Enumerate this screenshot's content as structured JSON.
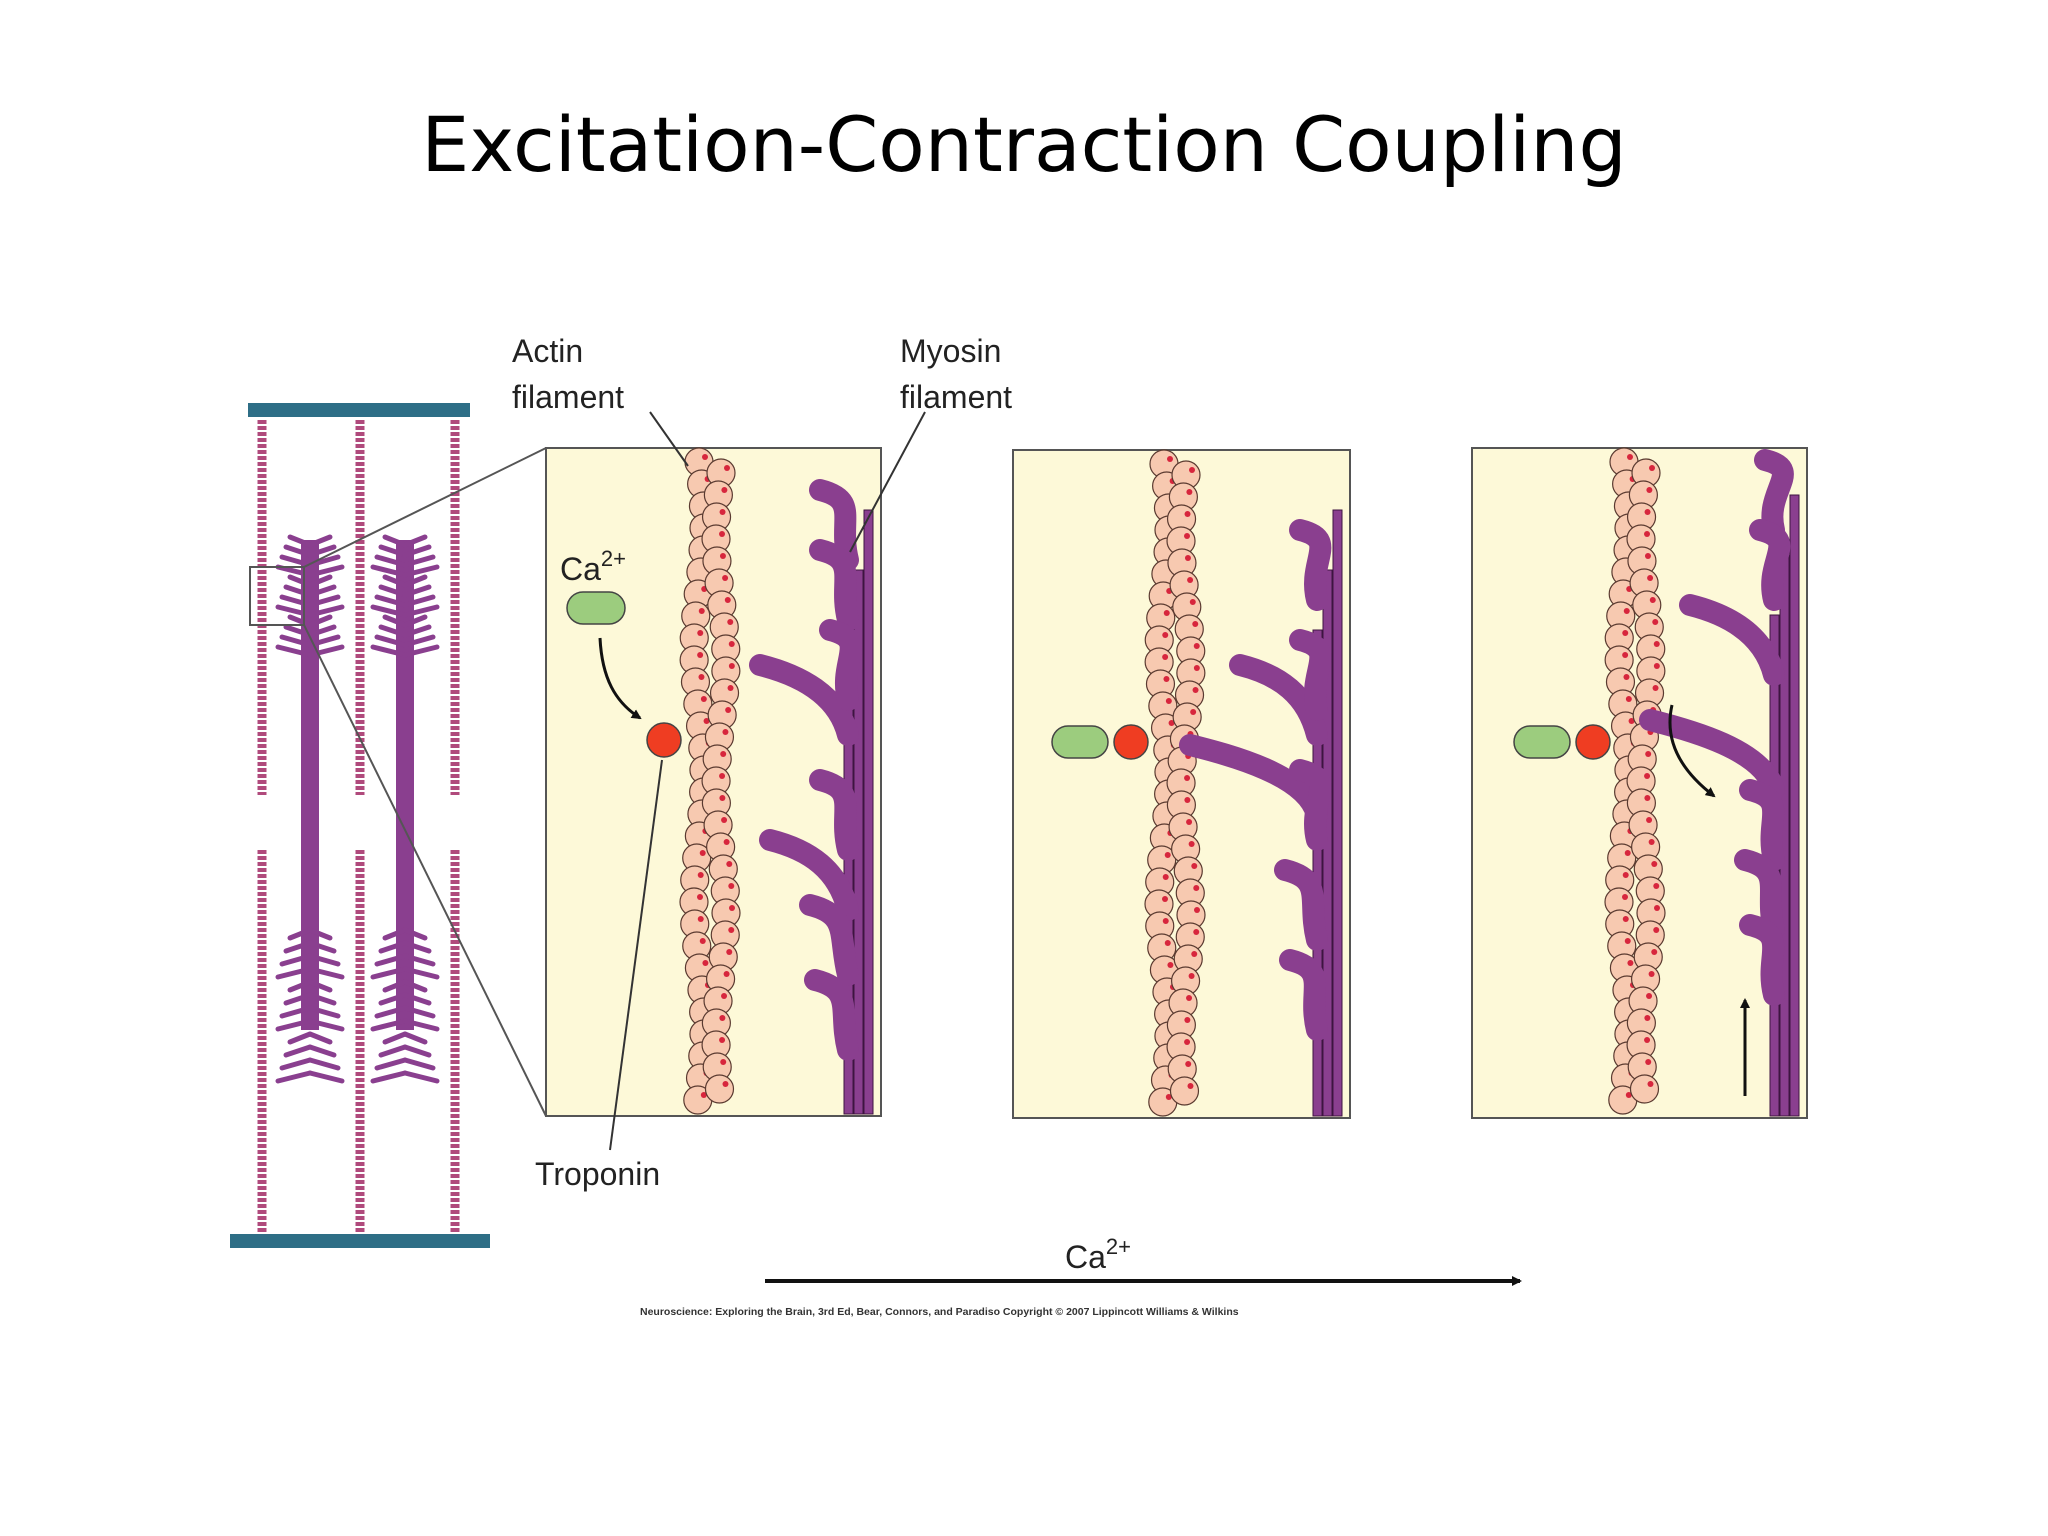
{
  "title": "Excitation-Contraction Coupling",
  "labels": {
    "actin_line1": "Actin",
    "actin_line2": "filament",
    "myosin_line1": "Myosin",
    "myosin_line2": "filament",
    "ca_ion": "Ca",
    "ca_superscript": "2+",
    "troponin": "Troponin",
    "ca_axis": "Ca",
    "ca_axis_superscript": "2+"
  },
  "credit": "Neuroscience: Exploring the Brain, 3rd Ed, Bear, Connors, and Paradiso Copyright © 2007 Lippincott Williams & Wilkins",
  "colors": {
    "panel_bg": "#fdf9d8",
    "actin_bead": "#f7c9b0",
    "actin_dot": "#d7263d",
    "myosin": "#8a3f8f",
    "troponin": "#ef3d22",
    "calcium": "#9ccc7e",
    "z_line": "#2e6e86",
    "thin_filament": "#b04a7c"
  }
}
